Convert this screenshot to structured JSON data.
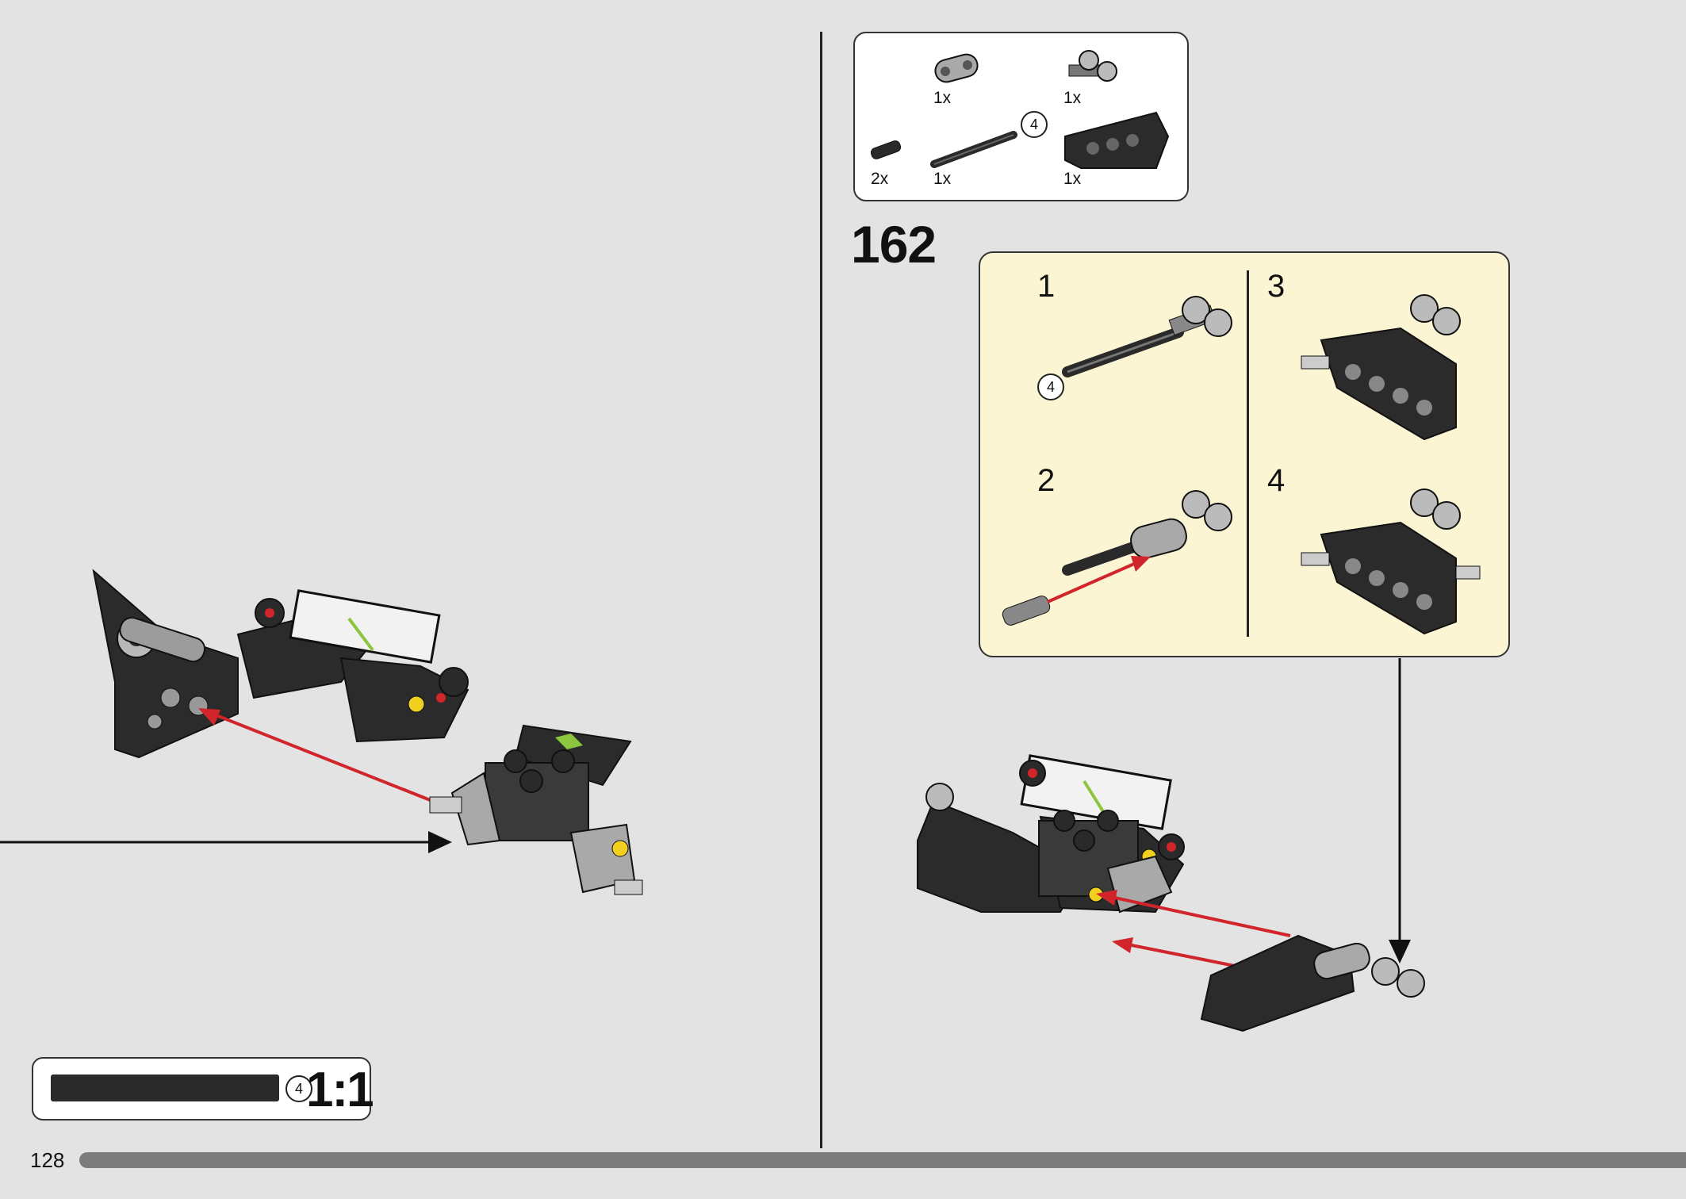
{
  "step": {
    "number": "162"
  },
  "parts_list": {
    "items": [
      {
        "name": "light-gray-beam-icon",
        "qty": "1x"
      },
      {
        "name": "connector-with-axle-icon",
        "qty": "1x"
      },
      {
        "name": "black-pin-icon",
        "qty": "2x"
      },
      {
        "name": "axle-4-icon",
        "qty": "1x",
        "length_badge": "4"
      },
      {
        "name": "black-curved-beam-icon",
        "qty": "1x"
      }
    ]
  },
  "substeps": [
    {
      "label": "1",
      "badge": "4"
    },
    {
      "label": "2"
    },
    {
      "label": "3"
    },
    {
      "label": "4"
    }
  ],
  "scale_box": {
    "badge": "4",
    "ratio": "1:1"
  },
  "page": {
    "number": "128"
  },
  "colors": {
    "background": "#e3e3e3",
    "substep_panel": "#fbf5d3",
    "arrow_red": "#d0252b",
    "brick_dark": "#2a2a2a",
    "brick_light": "#a9a9a9",
    "accent_green": "#8cc63f",
    "accent_yellow": "#f2d020"
  }
}
